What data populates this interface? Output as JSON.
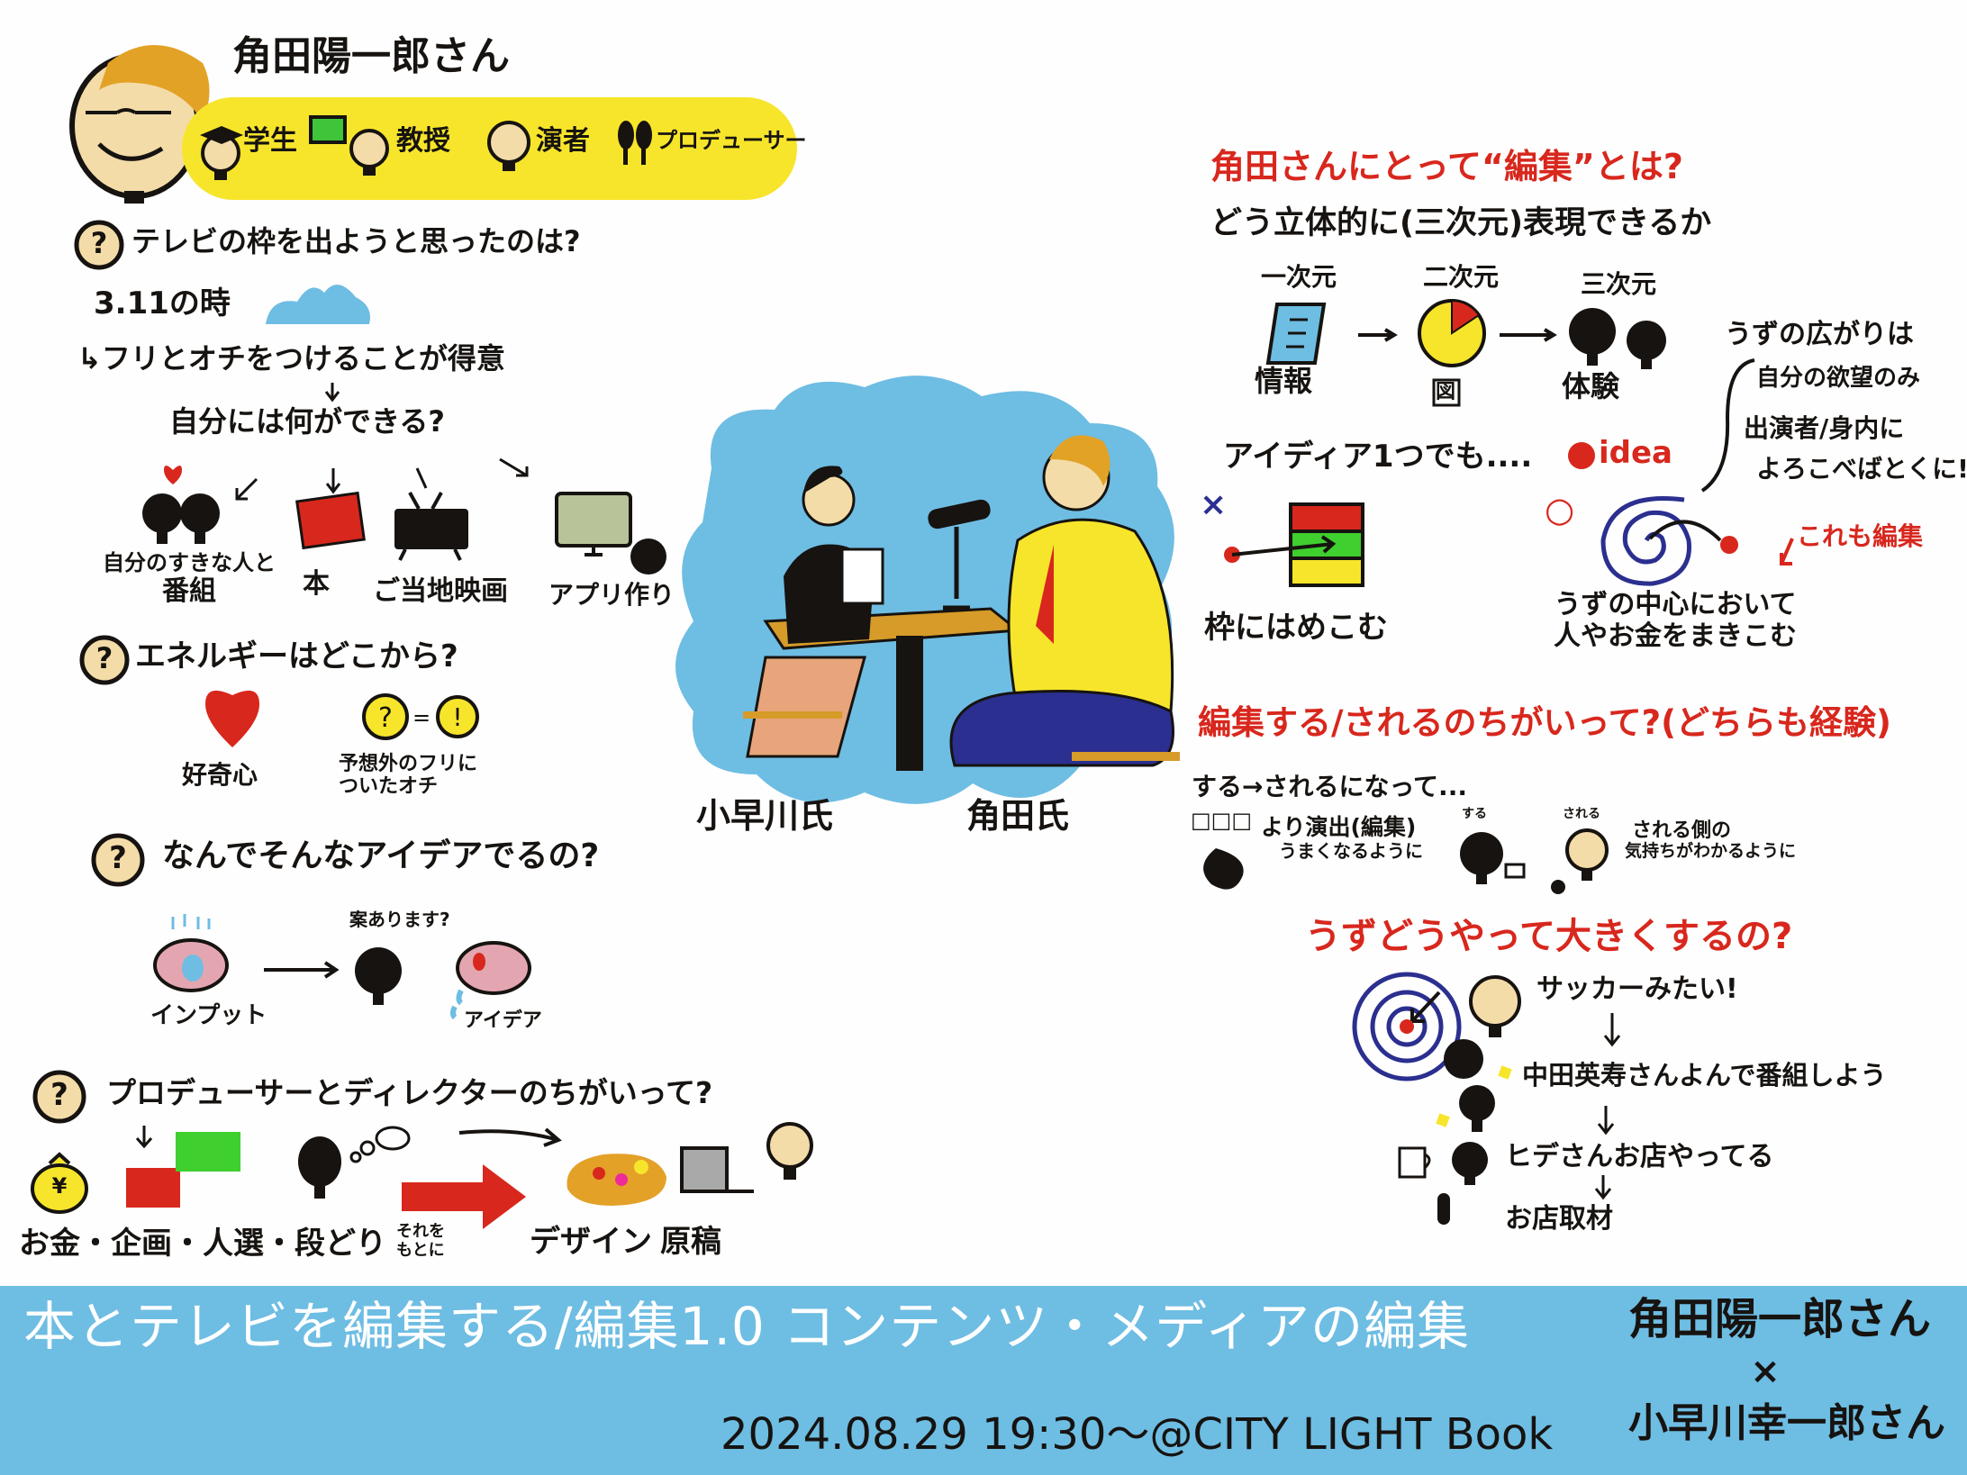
{
  "profile": {
    "name": "角田陽一郎さん",
    "roles": [
      "学生",
      "教授",
      "演者",
      "プロデューサー"
    ]
  },
  "left": {
    "q1": {
      "mark": "?",
      "question": "テレビの枠を出ようと思ったのは?",
      "when": "3.11の時",
      "point": "↳フリとオチをつけることが得意",
      "ask": "自分には何ができる?",
      "options": [
        {
          "lines": [
            "自分のすきな人と",
            "番組"
          ]
        },
        {
          "lines": [
            "本"
          ]
        },
        {
          "lines": [
            "ご当地映画"
          ]
        },
        {
          "lines": [
            "アプリ作り"
          ]
        }
      ]
    },
    "q2": {
      "mark": "?",
      "question": "エネルギーはどこから?",
      "curiosity": "好奇心",
      "equation": [
        "?",
        "=",
        "!"
      ],
      "twist": [
        "予想外のフリに",
        "ついたオチ"
      ]
    },
    "q3": {
      "mark": "?",
      "question": "なんでそんなアイデアでるの?",
      "input": "インプット",
      "bubble": "案あります?",
      "idea": "アイデア"
    },
    "q4": {
      "mark": "?",
      "question": "プロデューサーとディレクターのちがいって?",
      "yen": "¥",
      "producer": "お金・企画・人選・段どり",
      "connector": [
        "それを",
        "もとに"
      ],
      "director": [
        "デザイン",
        "原稿"
      ]
    }
  },
  "center": {
    "labels": [
      "小早川氏",
      "角田氏"
    ]
  },
  "right": {
    "title": "角田さんにとって“編集”とは?",
    "subtitle": "どう立体的に(三次元)表現できるか",
    "dimensions": [
      {
        "heading": "一次元",
        "label": "情報"
      },
      {
        "heading": "二次元",
        "label": "図"
      },
      {
        "heading": "三次元",
        "label": "体験"
      }
    ],
    "idea_line": "アイディア1つでも....",
    "idea_word": "idea",
    "spread": {
      "heading": "うずの広がりは",
      "lines": [
        "自分の欲望のみ",
        "出演者/身内に",
        "よろこべばとくに!"
      ]
    },
    "wrong_mark": "×",
    "right_mark": "○",
    "frame_label": "枠にはめこむ",
    "swirl_label": [
      "うずの中心において",
      "人やお金をまきこむ"
    ],
    "also_edit": "これも編集",
    "diff": {
      "title": "編集する/されるのちがいって?(どちらも経験)",
      "intro": "する→されるになって...",
      "boxes": "□□□",
      "left_lines": [
        "より演出(編集)",
        "うまくなるように"
      ],
      "do": "する",
      "done": "される",
      "right_lines": [
        "される側の",
        "気持ちがわかるように"
      ]
    },
    "grow": {
      "title": "うずどうやって大きくするの?",
      "steps": [
        "サッカーみたい!",
        "中田英寿さんよんで番組しよう",
        "ヒデさんお店やってる",
        "お店取材"
      ]
    }
  },
  "banner": {
    "title": "本とテレビを編集する/編集1.0 コンテンツ・メディアの編集",
    "event": "2024.08.29 19:30〜@CITY LIGHT Book",
    "speaker1": "角田陽一郎さん",
    "times": "×",
    "speaker2": "小早川幸一郎さん"
  },
  "colors": {
    "banner": "#6ebde3",
    "highlight": "#f7e52b",
    "accent_red": "#d8271d",
    "skin": "#f3dca8",
    "hair": "#e2a226",
    "swirl": "#2b2f8f"
  }
}
